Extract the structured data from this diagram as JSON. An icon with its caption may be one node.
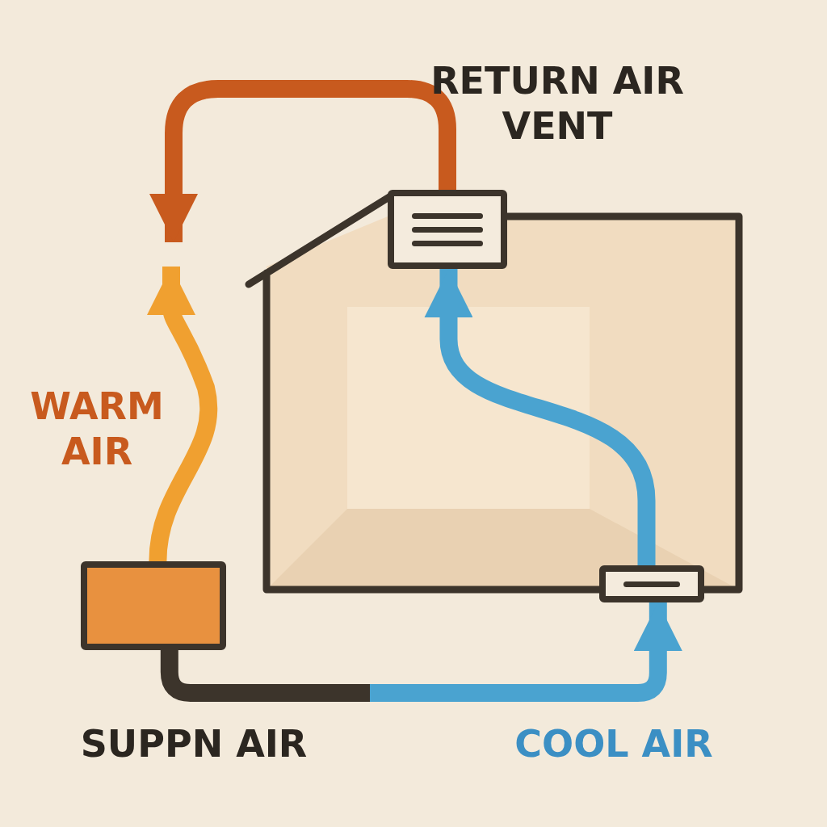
{
  "diagram": {
    "nodes": [
      {
        "text": [],
        "shape": "box",
        "beside": [
          "RETURN AIR VENT"
        ]
      },
      {
        "text": [],
        "shape": "box"
      },
      {
        "text": [],
        "shape": "box"
      }
    ],
    "edges": [
      {
        "from": 1,
        "to": 2,
        "arrow": "to",
        "color": "#4aa3d0"
      },
      {
        "from": 2,
        "to": 0,
        "arrow": "to",
        "color": "#4aa3d0"
      },
      {
        "from": 0,
        "to": null,
        "arrow": "to",
        "color": "#c85a1e"
      },
      {
        "from": 1,
        "to": null,
        "arrow": "to",
        "color": "#f0a030"
      }
    ],
    "labels": [
      "WARM AIR",
      "SUPPN AIR",
      "COOL AIR"
    ]
  }
}
